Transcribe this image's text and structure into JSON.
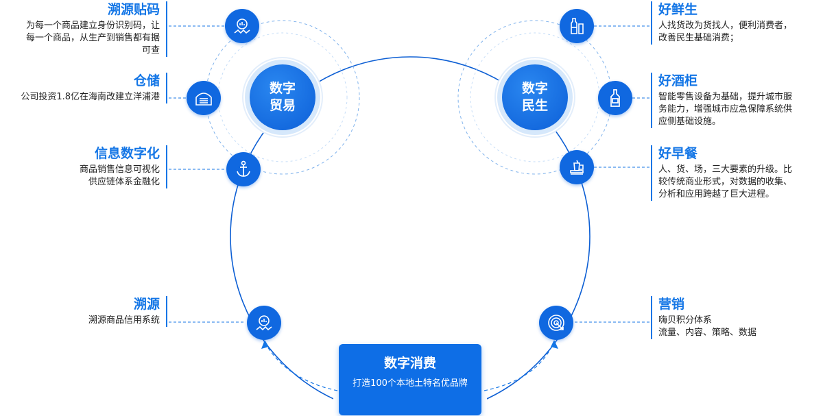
{
  "hubs": {
    "left": {
      "line1": "数字",
      "line2": "贸易"
    },
    "right": {
      "line1": "数字",
      "line2": "民生"
    }
  },
  "left_items": [
    {
      "title": "溯源贴码",
      "lines": [
        "为每一个商品建立身份识别码，让",
        "每一个商品，从生产到销售都有据",
        "可查"
      ],
      "icon": "trace-code-icon"
    },
    {
      "title": "仓储",
      "lines": [
        "公司投资1.8亿在海南改建立洋浦港"
      ],
      "icon": "warehouse-icon"
    },
    {
      "title": "信息数字化",
      "lines": [
        "商品销售信息可视化",
        "供应链体系金融化"
      ],
      "icon": "anchor-icon"
    },
    {
      "title": "溯源",
      "lines": [
        "溯源商品信用系统"
      ],
      "icon": "trace-code-icon"
    }
  ],
  "right_items": [
    {
      "title": "好鲜生",
      "lines": [
        "人找货改为货找人，便利消费者，",
        "改善民生基础消费；"
      ],
      "icon": "bottles-icon"
    },
    {
      "title": "好酒柜",
      "lines": [
        "智能零售设备为基础，提升城市服",
        "务能力，增强城市应急保障系统供",
        "应侧基础设施。"
      ],
      "icon": "wine-bottle-icon"
    },
    {
      "title": "好早餐",
      "lines": [
        "人、货、场，三大要素的升级。比",
        "较传统商业形式，对数据的收集、",
        "分析和应用跨越了巨大进程。"
      ],
      "icon": "breakfast-icon"
    },
    {
      "title": "营销",
      "lines": [
        "嗨贝积分体系",
        "流量、内容、策略、数据"
      ],
      "icon": "target-icon"
    }
  ],
  "center_box": {
    "title": "数字消费",
    "subtitle": "打造100个本地土特名优品牌"
  },
  "colors": {
    "accent": "#1476e6",
    "node": "#1068e0",
    "box": "#0e6ee6"
  }
}
